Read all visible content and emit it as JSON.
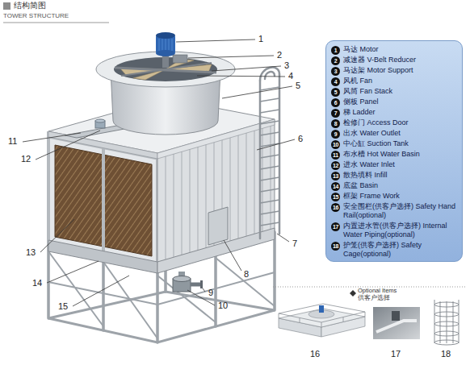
{
  "diagram": {
    "title": "结构简图",
    "nodes": [
      {
        "text": [
          "马达 Motor",
          "减速器 V-Belt Reducer",
          "马达架 Motor Support",
          "风机 Fan",
          "风筒 Fan Stack",
          "侧板 Panel",
          "梯 Ladder",
          "检修门 Access Door",
          "出水 Water Outlet",
          "中心缸 Suction Tank",
          "布水槽 Hot Water Basin",
          "进水 Water Inlet",
          "散热填料 Infill",
          "底盆 Basin",
          "框架 Frame Work",
          "安全围栏(供客户选择) Safety Hand Rail(optional)",
          "内置进水管(供客户选择) Internal Water Piping(optional)",
          "护笼(供客户选择) Safety Cage(optional)"
        ]
      },
      {
        "text": [
          "1"
        ],
        "in": 0
      },
      {
        "text": [
          "2"
        ],
        "in": 0
      },
      {
        "text": [
          "3"
        ],
        "in": 0
      },
      {
        "text": [
          "4"
        ],
        "in": 0
      },
      {
        "text": [
          "5"
        ],
        "in": 0
      },
      {
        "text": [
          "6"
        ],
        "in": 0
      },
      {
        "text": [
          "7"
        ],
        "in": 0
      },
      {
        "text": [
          "8"
        ],
        "in": 0
      },
      {
        "text": [
          "9"
        ],
        "in": 0
      },
      {
        "text": [
          "10"
        ],
        "in": 0
      },
      {
        "text": [
          "11"
        ],
        "in": 0
      },
      {
        "text": [
          "12"
        ],
        "in": 0
      },
      {
        "text": [
          "13"
        ],
        "in": 0
      },
      {
        "text": [
          "14"
        ],
        "in": 0
      },
      {
        "text": [
          "15"
        ],
        "in": 0
      },
      {
        "text": [
          "16"
        ],
        "in": 0
      },
      {
        "text": [
          "17"
        ],
        "in": 0
      },
      {
        "text": [
          "18"
        ],
        "in": 0
      }
    ],
    "labels": [
      "TOWER STRUCTURE",
      "1",
      "2",
      "3",
      "4",
      "5",
      "6",
      "7",
      "8",
      "9",
      "10",
      "11",
      "12",
      "13",
      "14",
      "15",
      "Optional Items",
      "供客户选择",
      "16",
      "17",
      "18"
    ]
  }
}
